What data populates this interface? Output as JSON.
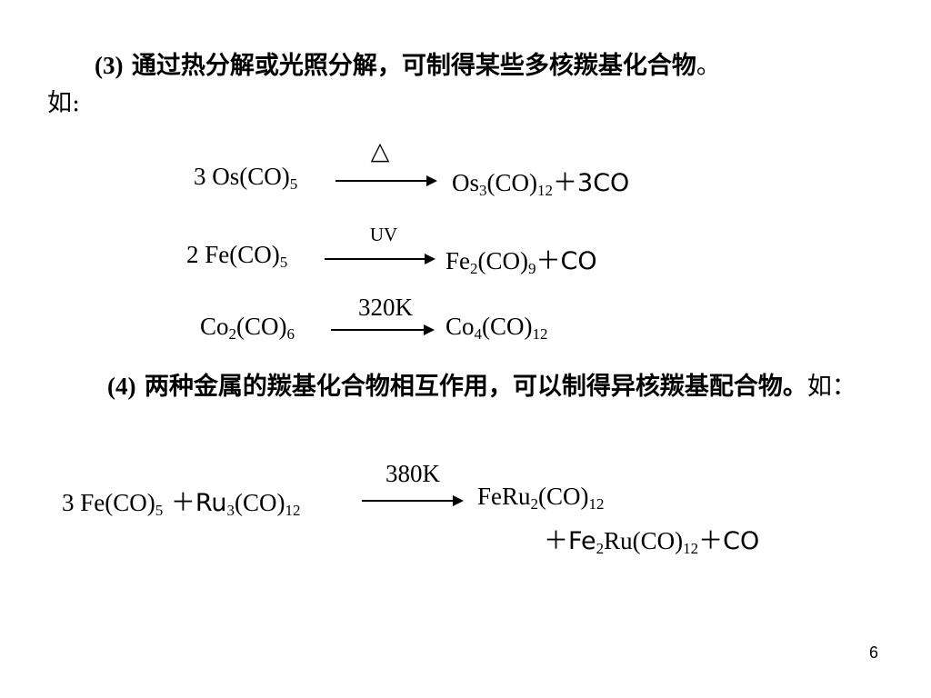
{
  "slide": {
    "page_number": "6",
    "section3": {
      "number": "(3)",
      "text": " 通过热分解或光照分解，可制得某些多核羰基化合物",
      "end": "。",
      "line2": "如:"
    },
    "section4": {
      "number": "(4)",
      "text": " 两种金属的羰基化合物相互作用，可以制得异核羰基配合物。",
      "tail": "如："
    },
    "reactions": {
      "r1": {
        "reactant": [
          "3 Os(CO)",
          "5"
        ],
        "condition": "△",
        "product": [
          "Os",
          "3",
          "(CO)",
          "12",
          "＋3CO"
        ]
      },
      "r2": {
        "reactant": [
          "2 Fe(CO)",
          "5"
        ],
        "condition": "UV",
        "product": [
          "Fe",
          "2",
          "(CO)",
          "9",
          "＋CO"
        ]
      },
      "r3": {
        "reactant": [
          "Co",
          "2",
          "(CO)",
          "6"
        ],
        "condition": "320K",
        "product": [
          "Co",
          "4",
          "(CO)",
          "12"
        ]
      },
      "r4": {
        "reactant": [
          "3 Fe(CO)",
          "5",
          " ＋Ru",
          "3",
          "(CO)",
          "12"
        ],
        "condition": "380K",
        "product_line1": [
          "FeRu",
          "2",
          "(CO)",
          "12"
        ],
        "product_line2": [
          "＋Fe",
          "2",
          "Ru(CO)",
          "12",
          "＋CO"
        ]
      }
    }
  }
}
